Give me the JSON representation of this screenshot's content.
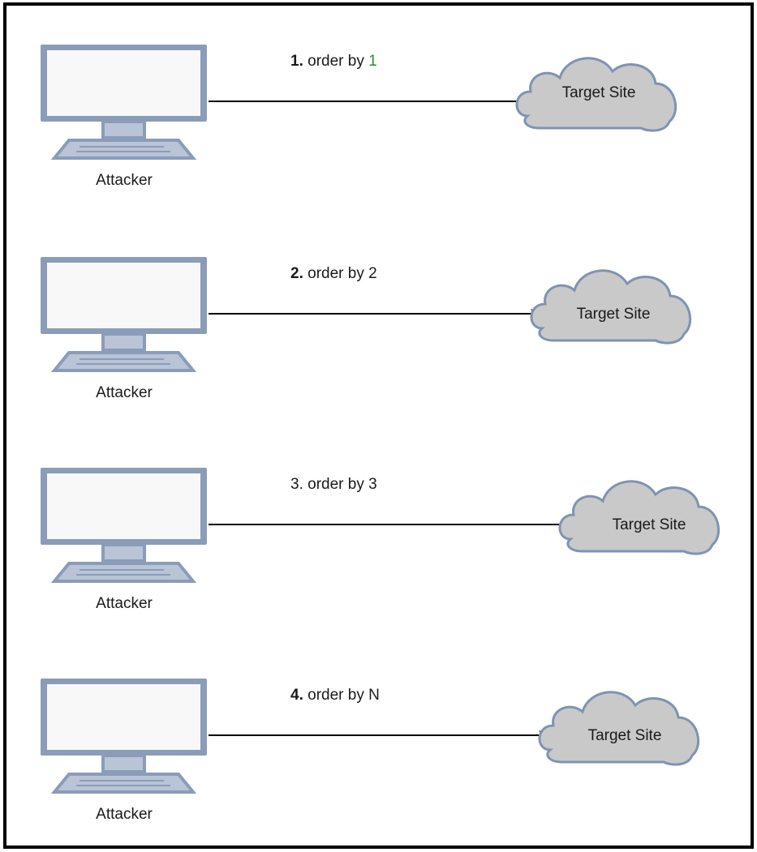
{
  "colors": {
    "monitor_frame": "#8a9cb8",
    "screen_fill": "#f8f8f8",
    "keyboard_fill": "#b9c4d6",
    "cloud_fill": "#c9c9c9",
    "cloud_stroke": "#7f93b2",
    "connector": "#000000",
    "highlight_digit": "#2e8b2e"
  },
  "rows": [
    {
      "attacker_label": "Attacker",
      "step_number": "1.",
      "step_text": " order by ",
      "step_value": "1",
      "target_label": "Target Site",
      "arrowhead": false
    },
    {
      "attacker_label": "Attacker",
      "step_number": "2.",
      "step_text": " order by ",
      "step_value": "2",
      "target_label": "Target Site",
      "arrowhead": true
    },
    {
      "attacker_label": "Attacker",
      "step_number": "3.",
      "step_text": " order by ",
      "step_value": "3",
      "target_label": "Target Site",
      "arrowhead": true
    },
    {
      "attacker_label": "Attacker",
      "step_number": "4.",
      "step_text": " order by ",
      "step_value": "N",
      "target_label": "Target Site",
      "arrowhead": true
    }
  ]
}
